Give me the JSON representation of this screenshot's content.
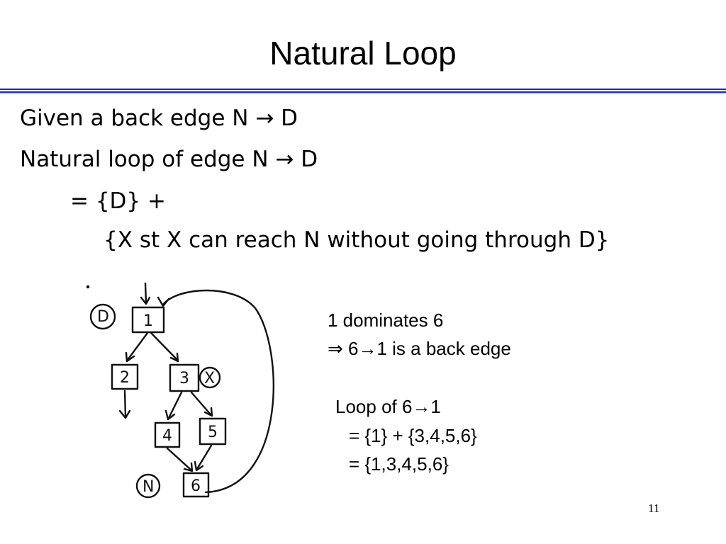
{
  "slide": {
    "title": "Natural Loop",
    "number": "11"
  },
  "definition": {
    "line1": "Given a back edge N → D",
    "line2": "Natural loop of edge N → D",
    "line3": "=  {D} +",
    "line4": "{X st X can reach N without going through D}"
  },
  "notes": {
    "dominates": "1 dominates 6",
    "back_edge": "⇒  6→1 is a back edge",
    "loop_of": "Loop of 6→1",
    "loop_eq1": "= {1} + {3,4,5,6}",
    "loop_eq2": "= {1,3,4,5,6}"
  },
  "diagram": {
    "nodes": [
      "1",
      "2",
      "3",
      "4",
      "5",
      "6"
    ],
    "marker_d": "D",
    "marker_x": "X",
    "marker_n": "N"
  }
}
